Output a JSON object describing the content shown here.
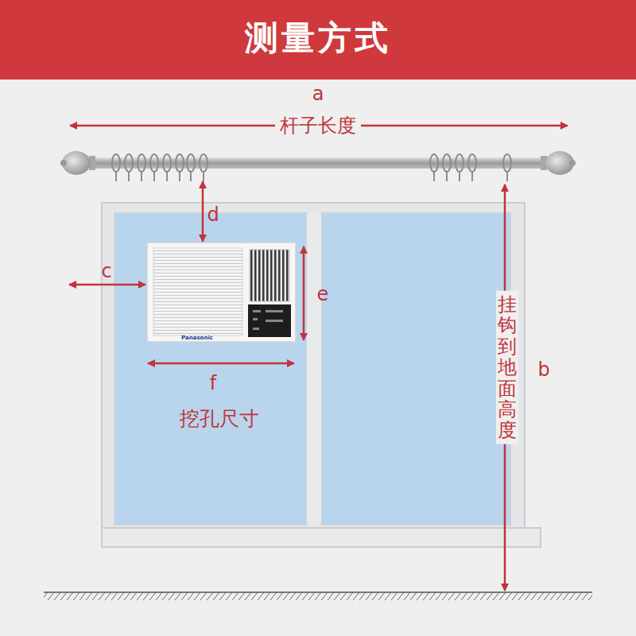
{
  "diagram": {
    "title": "测量方式",
    "labels": [
      "a",
      "杆子长度",
      "d",
      "c",
      "e",
      "f",
      "挖孔尺寸",
      "挂钩到地面高度",
      "b",
      "Panasonic"
    ]
  }
}
